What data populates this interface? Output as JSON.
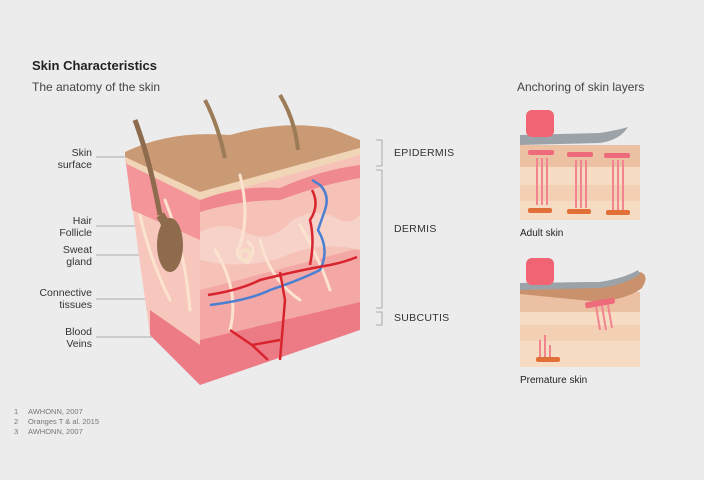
{
  "title": "Skin Characteristics",
  "subtitle": "The anatomy of the skin",
  "side_title": "Anchoring of skin layers",
  "labels": {
    "skin_surface": [
      "Skin",
      "surface"
    ],
    "hair_follicle": [
      "Hair",
      "Follicle"
    ],
    "sweat_gland": [
      "Sweat",
      "gland"
    ],
    "connective_tissues": [
      "Connective",
      "tissues"
    ],
    "blood_veins": [
      "Blood",
      "Veins"
    ]
  },
  "layers": {
    "epidermis": "EPIDERMIS",
    "dermis": "DERMIS",
    "subcutis": "SUBCUTIS"
  },
  "captions": {
    "adult": "Adult skin",
    "premature": "Premature skin"
  },
  "references": [
    {
      "num": "1",
      "text": "AWHONN, 2007"
    },
    {
      "num": "2",
      "text": "Oranges T & al. 2015"
    },
    {
      "num": "3",
      "text": "AWHONN, 2007"
    }
  ],
  "colors": {
    "background": "#ececed",
    "epidermis_top": "#c99a74",
    "dermis": "#f4b1ad",
    "subcutis": "#ea6d7c",
    "artery": "#d8242e",
    "vein": "#4b7fd1"
  }
}
